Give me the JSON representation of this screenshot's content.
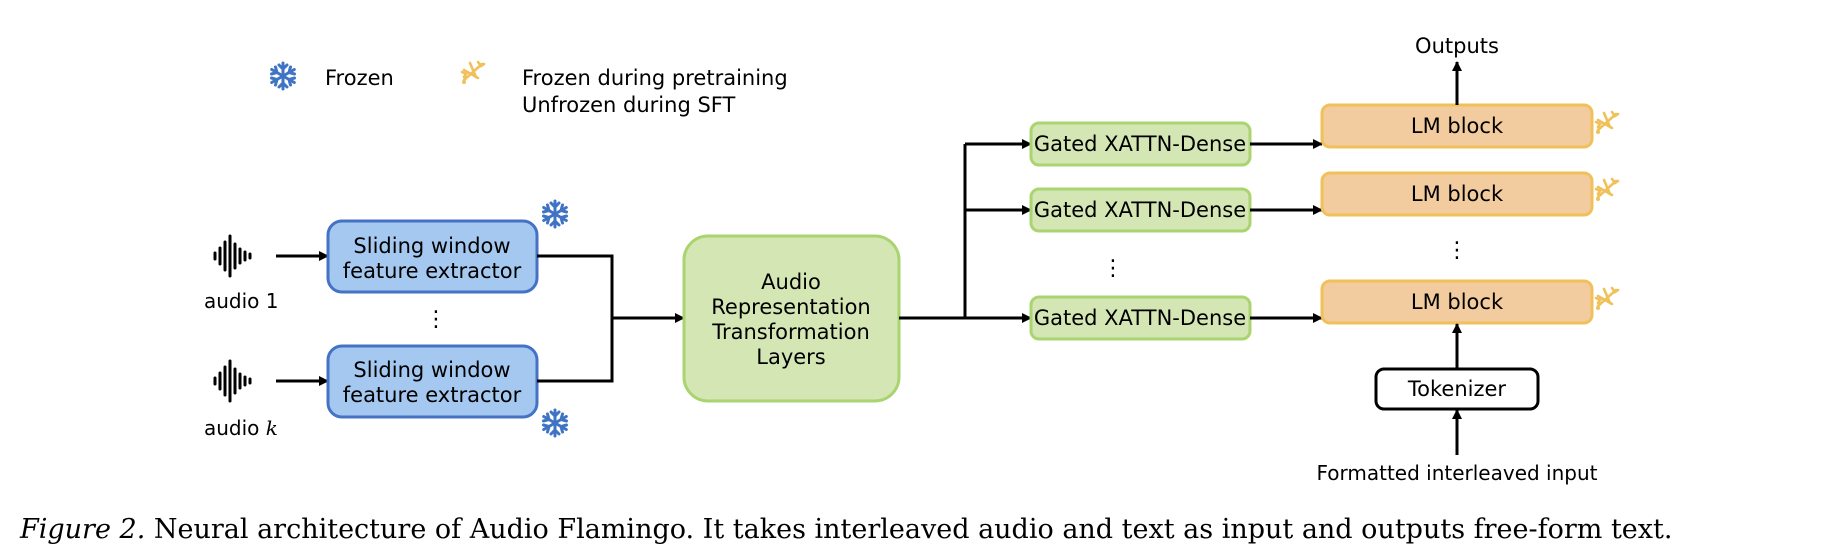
{
  "legend": {
    "frozen_label": "Frozen",
    "partial_label_line1": "Frozen during pretraining",
    "partial_label_line2": "Unfrozen during SFT",
    "frozen_icon": "snowflake-icon",
    "partial_icon": "melting-snowflake-icon"
  },
  "inputs": {
    "audio_1_label": "audio 1",
    "audio_k_prefix": "audio ",
    "audio_k_var": "k",
    "audio_icon": "waveform-icon",
    "ellipsis": "⋮"
  },
  "extractor": {
    "line1": "Sliding window",
    "line2": "feature extractor"
  },
  "transform": {
    "line1": "Audio",
    "line2": "Representation",
    "line3": "Transformation",
    "line4": "Layers"
  },
  "xattn_label": "Gated XATTN-Dense",
  "lm_block_label": "LM block",
  "outputs_label": "Outputs",
  "tokenizer_label": "Tokenizer",
  "formatted_input_label": "Formatted interleaved input",
  "caption": {
    "prefix": "Figure 2.",
    "text": " Neural architecture of Audio Flamingo. It takes interleaved audio and text as input and outputs free-form text."
  },
  "colors": {
    "frozen_blue_fill": "#a4c8f0",
    "frozen_blue_stroke": "#4472c4",
    "snowflake_blue": "#3f73c4",
    "green_fill": "#d5e6b5",
    "green_stroke": "#a9d470",
    "orange_fill": "#f2cb9e",
    "orange_stroke": "#f0c15a",
    "partial_icon_yellow": "#f0c15a"
  }
}
